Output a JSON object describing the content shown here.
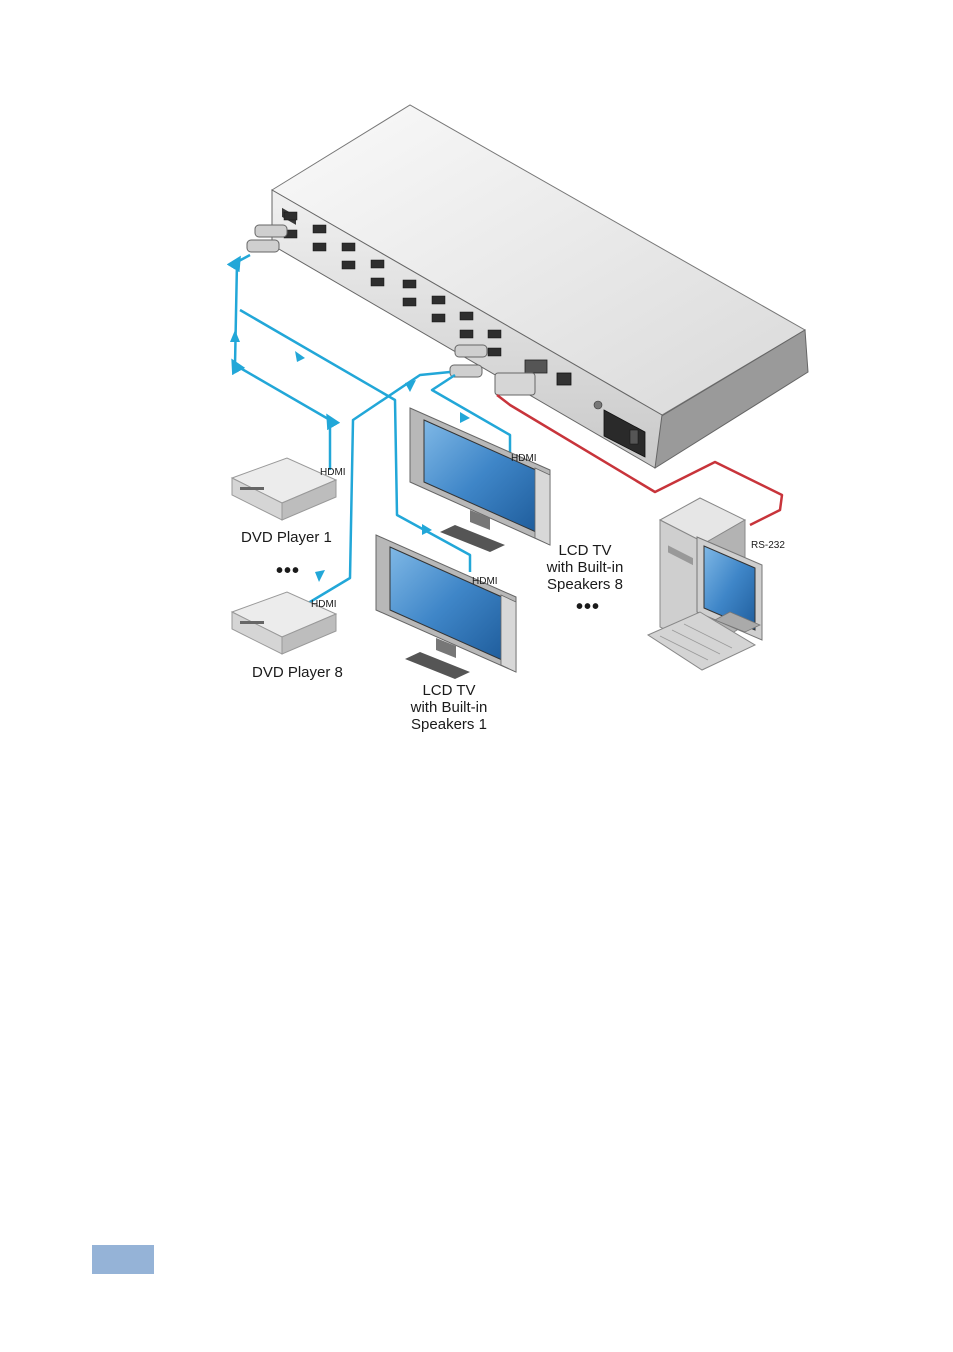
{
  "labels": {
    "hdmi_dvd1": "HDMI",
    "hdmi_dvd8": "HDMI",
    "hdmi_tv8": "HDMI",
    "hdmi_tv1": "HDMI",
    "rs232": "RS-232",
    "dvd1": "DVD Player 1",
    "dvd8": "DVD Player 8",
    "ellipsis_dvd": "•••",
    "ellipsis_tv": "•••",
    "tv8_line1": "LCD TV",
    "tv8_line2": "with Built-in",
    "tv8_line3": "Speakers 8",
    "tv1_line1": "LCD TV",
    "tv1_line2": "with Built-in",
    "tv1_line3": "Speakers 1"
  },
  "colors": {
    "hdmi_cable": "#22a7d8",
    "rs232_cable": "#c8343b",
    "page_tab": "#95b3d7",
    "screen": "#3f86c8"
  }
}
